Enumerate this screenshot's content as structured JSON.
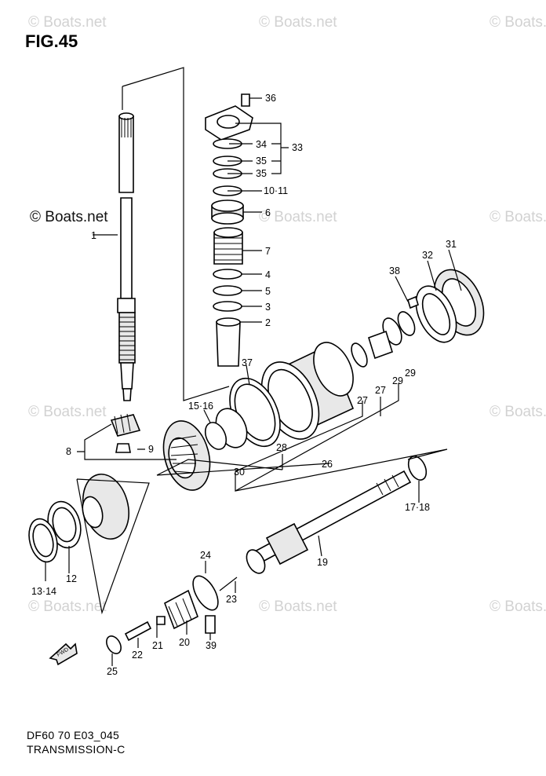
{
  "figure_title": "FIG.45",
  "watermark_text": "© Boats.net",
  "footer": {
    "code": "DF60 70 E03_045",
    "section": "TRANSMISSION-C"
  },
  "fwd_label": "FWD",
  "callouts": [
    {
      "id": "c36",
      "label": "36"
    },
    {
      "id": "c34",
      "label": "34"
    },
    {
      "id": "c33",
      "label": "33"
    },
    {
      "id": "c35a",
      "label": "35"
    },
    {
      "id": "c35b",
      "label": "35"
    },
    {
      "id": "c1011",
      "label": "10·11"
    },
    {
      "id": "c6",
      "label": "6"
    },
    {
      "id": "c7",
      "label": "7"
    },
    {
      "id": "c4",
      "label": "4"
    },
    {
      "id": "c5",
      "label": "5"
    },
    {
      "id": "c3",
      "label": "3"
    },
    {
      "id": "c2",
      "label": "2"
    },
    {
      "id": "c1",
      "label": "1"
    },
    {
      "id": "c31",
      "label": "31"
    },
    {
      "id": "c32",
      "label": "32"
    },
    {
      "id": "c38",
      "label": "38"
    },
    {
      "id": "c37",
      "label": "37"
    },
    {
      "id": "c27a",
      "label": "27"
    },
    {
      "id": "c27b",
      "label": "27"
    },
    {
      "id": "c29a",
      "label": "29"
    },
    {
      "id": "c29b",
      "label": "29"
    },
    {
      "id": "c1516",
      "label": "15·16"
    },
    {
      "id": "c8",
      "label": "8"
    },
    {
      "id": "c9",
      "label": "9"
    },
    {
      "id": "c28",
      "label": "28"
    },
    {
      "id": "c26",
      "label": "26"
    },
    {
      "id": "c30",
      "label": "30"
    },
    {
      "id": "c1718",
      "label": "17·18"
    },
    {
      "id": "c19",
      "label": "19"
    },
    {
      "id": "c1314",
      "label": "13·14"
    },
    {
      "id": "c12",
      "label": "12"
    },
    {
      "id": "c24",
      "label": "24"
    },
    {
      "id": "c23",
      "label": "23"
    },
    {
      "id": "c20",
      "label": "20"
    },
    {
      "id": "c21",
      "label": "21"
    },
    {
      "id": "c22",
      "label": "22"
    },
    {
      "id": "c39",
      "label": "39"
    },
    {
      "id": "c25",
      "label": "25"
    }
  ]
}
